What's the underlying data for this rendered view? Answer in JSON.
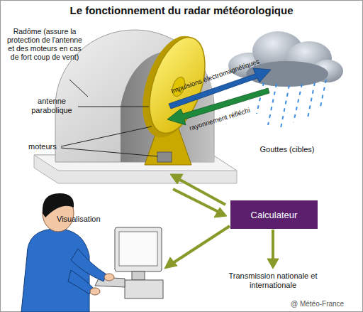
{
  "diagram": {
    "title": "Le fonctionnement du radar météorologique",
    "nodes": [
      {
        "text": [
          "Calculateur"
        ]
      }
    ],
    "edges": [],
    "labels": [
      "Radôme (assure la protection de l'antenne et des moteurs en cas de fort coup de vent)",
      "antenne parabolique",
      "moteurs",
      "Impulsions électromagnétiques",
      "rayonnement réfléchi",
      "Gouttes (cibles)",
      "Visualisation",
      "Transmission nationale et internationale",
      "@ Météo-France"
    ]
  }
}
